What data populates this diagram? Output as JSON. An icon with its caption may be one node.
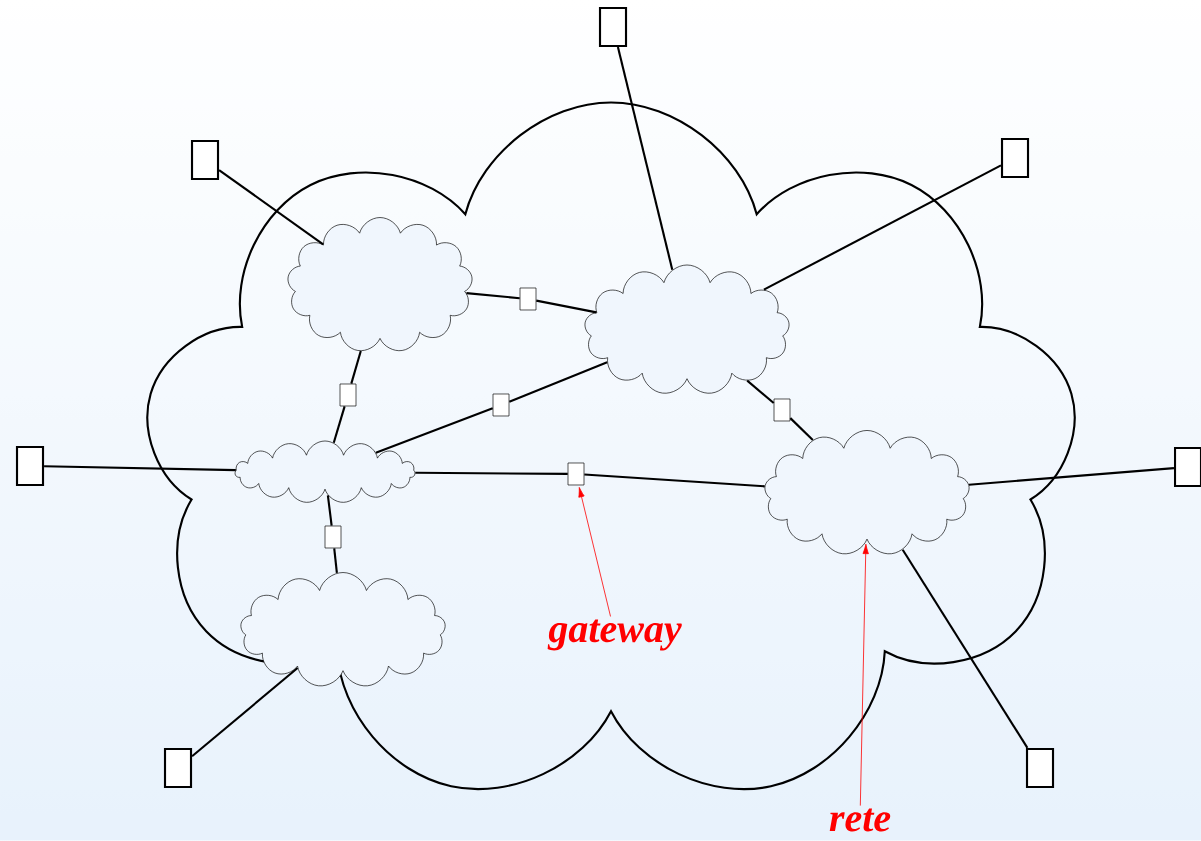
{
  "diagram": {
    "nodes": [
      {
        "text": [],
        "shape": "cloud"
      },
      {
        "text": [],
        "shape": "cloud",
        "in": 0
      },
      {
        "text": [],
        "shape": "cloud",
        "in": 0
      },
      {
        "text": [],
        "shape": "cloud",
        "in": 0
      },
      {
        "text": [],
        "shape": "cloud",
        "in": 0
      },
      {
        "text": [],
        "shape": "cloud",
        "in": 0
      },
      {
        "text": [],
        "shape": "box",
        "in": 0
      },
      {
        "text": [],
        "shape": "box",
        "in": 0
      },
      {
        "text": [],
        "shape": "box",
        "in": 0
      },
      {
        "text": [],
        "shape": "box",
        "in": 0
      },
      {
        "text": [],
        "shape": "box",
        "in": 0
      },
      {
        "text": [],
        "shape": "box",
        "in": 0
      },
      {
        "text": [],
        "shape": "box"
      },
      {
        "text": [],
        "shape": "box"
      },
      {
        "text": [],
        "shape": "box"
      },
      {
        "text": [],
        "shape": "box"
      },
      {
        "text": [],
        "shape": "box"
      },
      {
        "text": [],
        "shape": "box"
      },
      {
        "text": [],
        "shape": "box"
      },
      {
        "text": [
          "gateway"
        ],
        "in": 0
      },
      {
        "text": [
          "rete"
        ]
      }
    ],
    "edges": [
      {
        "from": 1,
        "to": 6,
        "arrow": "none"
      },
      {
        "from": 6,
        "to": 2,
        "arrow": "none"
      },
      {
        "from": 1,
        "to": 7,
        "arrow": "none"
      },
      {
        "from": 7,
        "to": 3,
        "arrow": "none"
      },
      {
        "from": 3,
        "to": 8,
        "arrow": "none"
      },
      {
        "from": 8,
        "to": 2,
        "arrow": "none"
      },
      {
        "from": 2,
        "to": 9,
        "arrow": "none"
      },
      {
        "from": 9,
        "to": 4,
        "arrow": "none"
      },
      {
        "from": 3,
        "to": 10,
        "arrow": "none"
      },
      {
        "from": 10,
        "to": 4,
        "arrow": "none"
      },
      {
        "from": 3,
        "to": 11,
        "arrow": "none"
      },
      {
        "from": 11,
        "to": 5,
        "arrow": "none"
      },
      {
        "from": 12,
        "to": 1,
        "arrow": "none"
      },
      {
        "from": 13,
        "to": 2,
        "arrow": "none"
      },
      {
        "from": 14,
        "to": 2,
        "arrow": "none"
      },
      {
        "from": 15,
        "to": 3,
        "arrow": "none"
      },
      {
        "from": 16,
        "to": 4,
        "arrow": "none"
      },
      {
        "from": 17,
        "to": 5,
        "arrow": "none"
      },
      {
        "from": 18,
        "to": 4,
        "arrow": "none"
      },
      {
        "from": 19,
        "to": 10,
        "arrow": "to",
        "color": "#ff0000"
      },
      {
        "from": 20,
        "to": 4,
        "arrow": "to",
        "color": "#ff0000"
      }
    ]
  }
}
